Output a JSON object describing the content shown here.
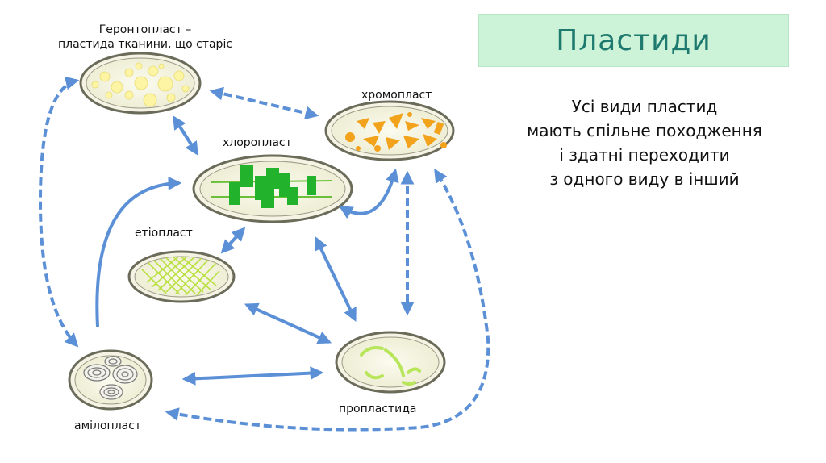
{
  "labels": {
    "gerontoplast_line1": "Геронтопласт –",
    "gerontoplast_line2": "пластида тканини, що старіє",
    "chromoplast": "хромопласт",
    "chloroplast": "хлоропласт",
    "etioplast": "етіопласт",
    "amyloplast": "амілопласт",
    "proplastid": "пропластида"
  },
  "title": "Пластиди",
  "description": [
    "Усі види пластид",
    "мають спільне походження",
    "і здатні переходити",
    "з одного виду в інший"
  ],
  "colors": {
    "arrow": "#5b8fd6",
    "title_bg": "#ccf2d8",
    "title_text": "#1e7a6e",
    "cell_outline": "#6b6b5a",
    "cell_fill": "#f7f6e6",
    "chlorophyll": "#22b22c",
    "pigment": "#f2a21b",
    "etio_membrane": "#b9e040",
    "tubule": "#b8e65a",
    "starch_line": "#7a7a7a",
    "lipid_drop": "#fdf5a4"
  }
}
